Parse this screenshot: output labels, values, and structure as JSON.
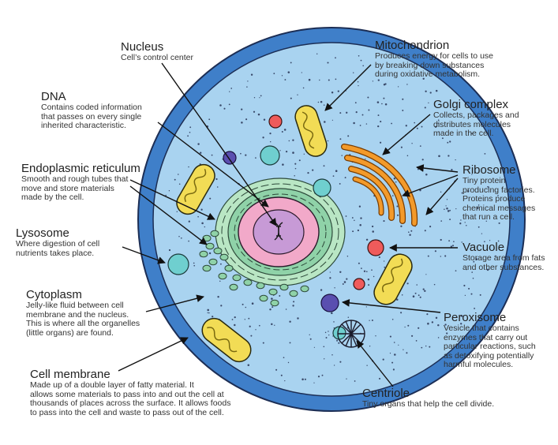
{
  "labels": {
    "nucleus": {
      "title": "Nucleus",
      "desc": [
        "Cell’s control center"
      ]
    },
    "dna": {
      "title": "DNA",
      "desc": [
        "Contains coded information",
        "that passes on every single",
        "inherited characteristic."
      ]
    },
    "er": {
      "title": "Endoplasmic reticulum",
      "desc": [
        "Smooth and rough tubes that",
        "move and store materials",
        "made by the cell."
      ]
    },
    "lysosome": {
      "title": "Lysosome",
      "desc": [
        "Where digestion of cell",
        "nutrients takes place."
      ]
    },
    "cytoplasm": {
      "title": "Cytoplasm",
      "desc": [
        "Jelly-like fluid between cell",
        "membrane and the nucleus.",
        "This is where all the organelles",
        "(little organs) are found."
      ]
    },
    "membrane": {
      "title": "Cell membrane",
      "desc": [
        "Made up of a double layer of fatty material. It",
        "allows some materials to pass into and out the cell at",
        "thousands of places across the surface. It allows foods",
        "to pass into the cell and waste to pass out of the cell."
      ]
    },
    "mitochondrion": {
      "title": "Mitochondrion",
      "desc": [
        "Produces energy for cells to use",
        "by breaking down substances",
        "during oxidative metabolism."
      ]
    },
    "golgi": {
      "title": "Golgi complex",
      "desc": [
        "Collects, packages and",
        "distributes molecules",
        "made in the cell."
      ]
    },
    "ribosome": {
      "title": "Ribosome",
      "desc": [
        "Tiny protein",
        "producing factories.",
        "Proteins produce",
        "chemical messages",
        "that run a cell."
      ]
    },
    "vacuole": {
      "title": "Vacuole",
      "desc": [
        "Storage area from fats",
        "and other substances."
      ]
    },
    "peroxisome": {
      "title": "Peroxisome",
      "desc": [
        "Vesicle that contains",
        "enzymes that carry out",
        "particular reactions, such",
        "as detoxifying potentially",
        "harmful molecules."
      ]
    },
    "centriole": {
      "title": "Centriole",
      "desc": [
        "Tiny organs that help the cell divide."
      ]
    }
  },
  "colors": {
    "membrane": "#3f7fc9",
    "cytoplasm": "#a9d3f0",
    "nucleus_outer": "#f2a9c9",
    "nucleolus": "#c79ad6",
    "mitochondrion": "#f2dc55",
    "golgi": "#f39a2a",
    "vacuole": "#ef5b5b",
    "lysosome": "#6fcfcf",
    "peroxisome": "#5a4fb0",
    "er": "#8fd2a8"
  }
}
